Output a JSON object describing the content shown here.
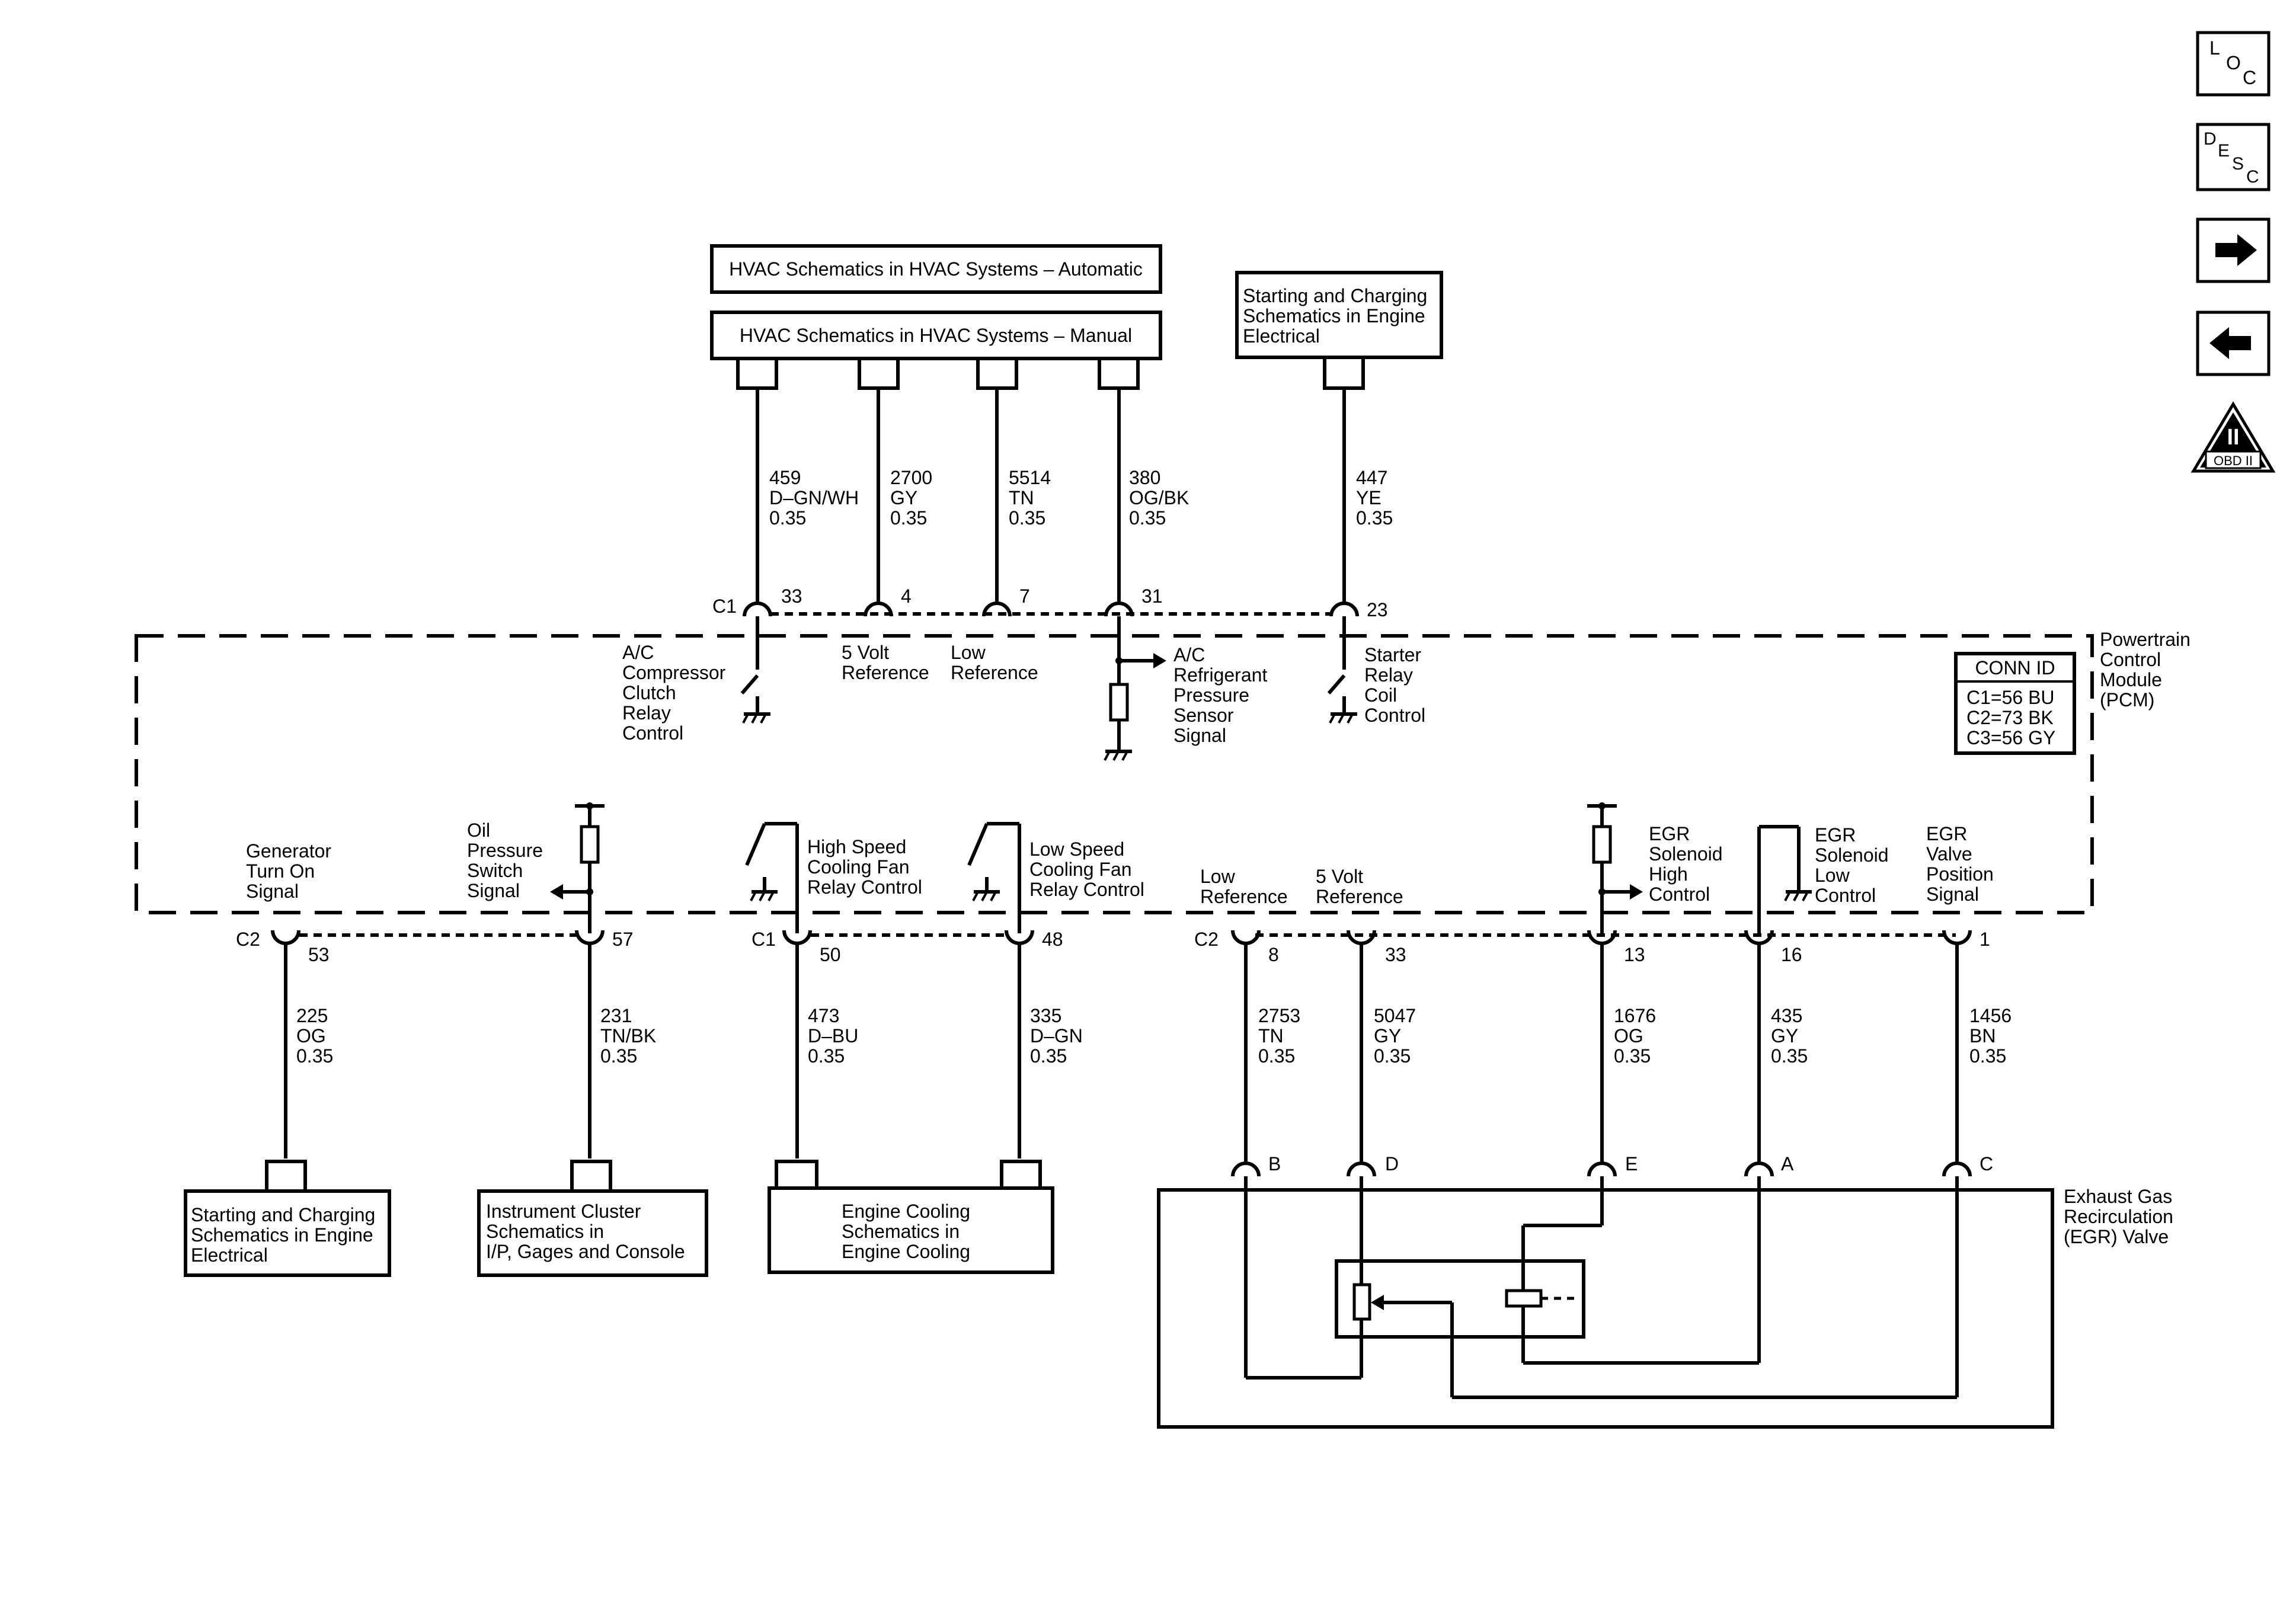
{
  "colors": {
    "ink": "#000000",
    "background": "#ffffff"
  },
  "nav": {
    "loc": [
      "L",
      "O",
      "C"
    ],
    "desc": [
      "D",
      "E",
      "S",
      "C"
    ],
    "forward_icon": "arrow-right-icon",
    "back_icon": "arrow-left-icon",
    "obd_numeral": "II",
    "obd_label": "OBD II"
  },
  "top_boxes": {
    "hvac_auto": "HVAC Schematics in HVAC Systems – Automatic",
    "hvac_manual": "HVAC Schematics in HVAC Systems – Manual",
    "start_charge": [
      "Starting and Charging",
      "Schematics in Engine",
      "Electrical"
    ]
  },
  "top_wires": [
    {
      "circuit": "459",
      "color": "D–GN/WH",
      "gauge": "0.35",
      "pin": "33"
    },
    {
      "circuit": "2700",
      "color": "GY",
      "gauge": "0.35",
      "pin": "4"
    },
    {
      "circuit": "5514",
      "color": "TN",
      "gauge": "0.35",
      "pin": "7"
    },
    {
      "circuit": "380",
      "color": "OG/BK",
      "gauge": "0.35",
      "pin": "31"
    },
    {
      "circuit": "447",
      "color": "YE",
      "gauge": "0.35",
      "pin": "23"
    }
  ],
  "connectors": {
    "c1": "C1",
    "c2": "C2"
  },
  "pcm": {
    "name": [
      "Powertrain",
      "Control",
      "Module",
      "(PCM)"
    ],
    "conn_id_title": "CONN ID",
    "conn_ids": [
      "C1=56 BU",
      "C2=73 BK",
      "C3=56 GY"
    ],
    "top_functions": {
      "ac_clutch": [
        "A/C",
        "Compressor",
        "Clutch",
        "Relay",
        "Control"
      ],
      "five_volt": [
        "5 Volt",
        "Reference"
      ],
      "low_ref": [
        "Low",
        "Reference"
      ],
      "ac_pressure": [
        "A/C",
        "Refrigerant",
        "Pressure",
        "Sensor",
        "Signal"
      ],
      "starter": [
        "Starter",
        "Relay",
        "Coil",
        "Control"
      ]
    },
    "bottom_functions": {
      "generator": [
        "Generator",
        "Turn On",
        "Signal"
      ],
      "oil": [
        "Oil",
        "Pressure",
        "Switch",
        "Signal"
      ],
      "high_fan": [
        "High Speed",
        "Cooling Fan",
        "Relay Control"
      ],
      "low_fan": [
        "Low Speed",
        "Cooling Fan",
        "Relay Control"
      ],
      "low_ref": [
        "Low",
        "Reference"
      ],
      "five_volt": [
        "5 Volt",
        "Reference"
      ],
      "egr_high": [
        "EGR",
        "Solenoid",
        "High",
        "Control"
      ],
      "egr_low": [
        "EGR",
        "Solenoid",
        "Low",
        "Control"
      ],
      "egr_pos": [
        "EGR",
        "Valve",
        "Position",
        "Signal"
      ]
    }
  },
  "bottom_wires": [
    {
      "circuit": "225",
      "color": "OG",
      "gauge": "0.35",
      "pin": "53"
    },
    {
      "circuit": "231",
      "color": "TN/BK",
      "gauge": "0.35",
      "pin": "57"
    },
    {
      "circuit": "473",
      "color": "D–BU",
      "gauge": "0.35",
      "pin": "50"
    },
    {
      "circuit": "335",
      "color": "D–GN",
      "gauge": "0.35",
      "pin": "48"
    },
    {
      "circuit": "2753",
      "color": "TN",
      "gauge": "0.35",
      "pin": "8",
      "egr_pin": "B"
    },
    {
      "circuit": "5047",
      "color": "GY",
      "gauge": "0.35",
      "pin": "33",
      "egr_pin": "D"
    },
    {
      "circuit": "1676",
      "color": "OG",
      "gauge": "0.35",
      "pin": "13",
      "egr_pin": "E"
    },
    {
      "circuit": "435",
      "color": "GY",
      "gauge": "0.35",
      "pin": "16",
      "egr_pin": "A"
    },
    {
      "circuit": "1456",
      "color": "BN",
      "gauge": "0.35",
      "pin": "1",
      "egr_pin": "C"
    }
  ],
  "bottom_boxes": {
    "start_charge": [
      "Starting and Charging",
      "Schematics in Engine",
      "Electrical"
    ],
    "cluster": [
      "Instrument Cluster",
      "Schematics in",
      "I/P, Gages and Console"
    ],
    "cooling": [
      "Engine Cooling",
      "Schematics in",
      "Engine Cooling"
    ]
  },
  "egr_valve": {
    "name": [
      "Exhaust Gas",
      "Recirculation",
      "(EGR) Valve"
    ]
  }
}
